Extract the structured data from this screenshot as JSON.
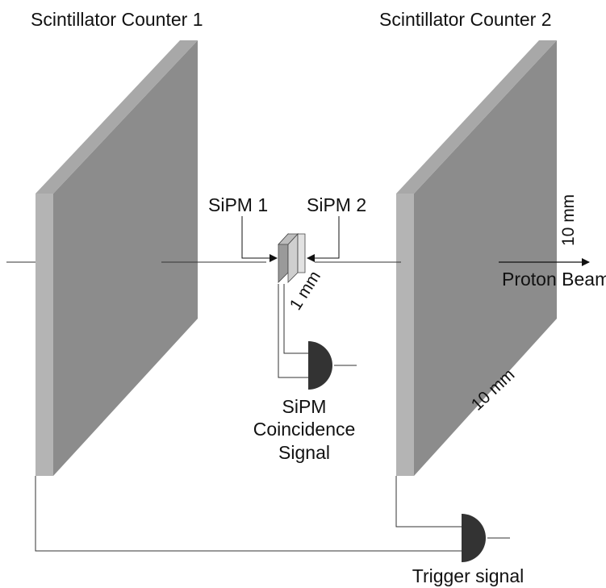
{
  "labels": {
    "counter1": "Scintillator Counter 1",
    "counter2": "Scintillator Counter 2",
    "sipm1": "SiPM 1",
    "sipm2": "SiPM 2",
    "gap": "1 mm",
    "height": "10 mm",
    "width": "10 mm",
    "beam": "Proton Beam",
    "coincidence_line1": "SiPM",
    "coincidence_line2": "Coincidence",
    "coincidence_line3": "Signal",
    "trigger": "Trigger signal"
  },
  "colors": {
    "panel_face": "#8c8c8c",
    "panel_side": "#b4b4b4",
    "panel_top": "#a8a8a8",
    "gate": "#333333",
    "wire": "#333333"
  }
}
